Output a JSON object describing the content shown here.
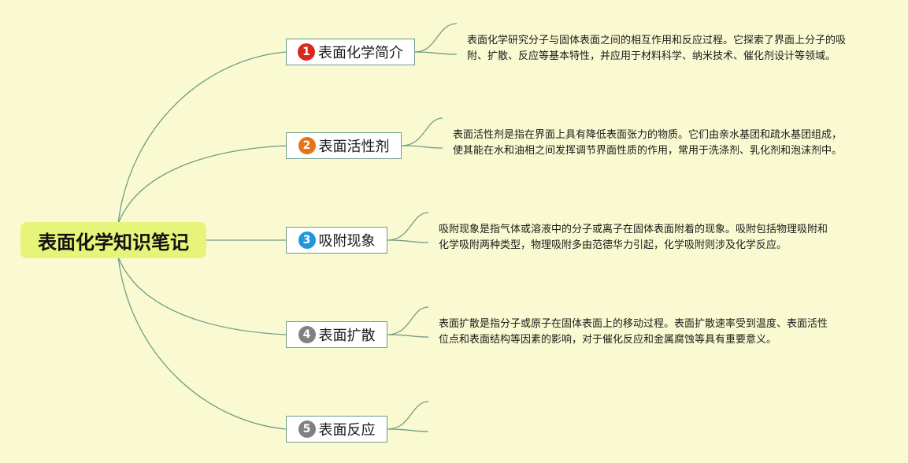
{
  "root": {
    "title": "表面化学知识笔记"
  },
  "topics": [
    {
      "number": "1",
      "badge_color": "#d9291c",
      "label": "表面化学简介",
      "note": "表面化学研究分子与固体表面之间的相互作用和反应过程。它探索了界面上分子的吸附、扩散、反应等基本特性，并应用于材料科学、纳米技术、催化剂设计等领域。"
    },
    {
      "number": "2",
      "badge_color": "#e5731a",
      "label": "表面活性剂",
      "note": "表面活性剂是指在界面上具有降低表面张力的物质。它们由亲水基团和疏水基团组成，使其能在水和油相之间发挥调节界面性质的作用，常用于洗涤剂、乳化剂和泡沫剂中。"
    },
    {
      "number": "3",
      "badge_color": "#2196e0",
      "label": "吸附现象",
      "note": "吸附现象是指气体或溶液中的分子或离子在固体表面附着的现象。吸附包括物理吸附和化学吸附两种类型，物理吸附多由范德华力引起，化学吸附则涉及化学反应。"
    },
    {
      "number": "4",
      "badge_color": "#808080",
      "label": "表面扩散",
      "note": "表面扩散是指分子或原子在固体表面上的移动过程。表面扩散速率受到温度、表面活性位点和表面结构等因素的影响，对于催化反应和金属腐蚀等具有重要意义。"
    },
    {
      "number": "5",
      "badge_color": "#808080",
      "label": "表面反应",
      "note": ""
    }
  ],
  "colors": {
    "background": "#fafad2",
    "root_fill": "#e6f57a",
    "connector": "#6f9d85"
  }
}
